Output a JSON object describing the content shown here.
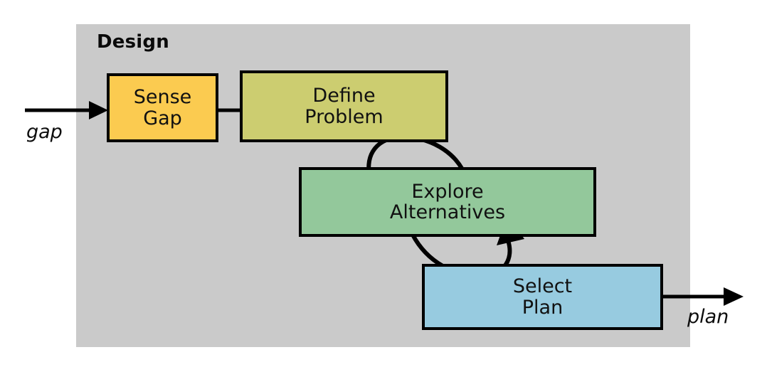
{
  "diagram": {
    "title": "Design",
    "type": "flow-diagram",
    "background_color": "#ffffff",
    "panel_color": "#cacaca",
    "stroke_color": "#000000",
    "nodes": [
      {
        "id": "sense-gap",
        "label": "Sense\nGap",
        "color": "#fbcb50"
      },
      {
        "id": "define-problem",
        "label": "Define\nProblem",
        "color": "#cccd70"
      },
      {
        "id": "explore-alternatives",
        "label": "Explore\nAlternatives",
        "color": "#93c89b"
      },
      {
        "id": "select-plan",
        "label": "Select\nPlan",
        "color": "#97cbe0"
      }
    ],
    "io": {
      "input_label": "gap",
      "output_label": "plan"
    },
    "edges": [
      {
        "from": "gap",
        "to": "sense-gap",
        "style": "straight-arrow"
      },
      {
        "from": "sense-gap",
        "to": "define-problem",
        "style": "plain-connector"
      },
      {
        "from": "define-problem",
        "to": "explore-alternatives",
        "style": "curved-arrow"
      },
      {
        "from": "explore-alternatives",
        "to": "select-plan",
        "style": "curved-arrow"
      },
      {
        "from": "select-plan",
        "to": "plan",
        "style": "straight-arrow"
      }
    ]
  }
}
